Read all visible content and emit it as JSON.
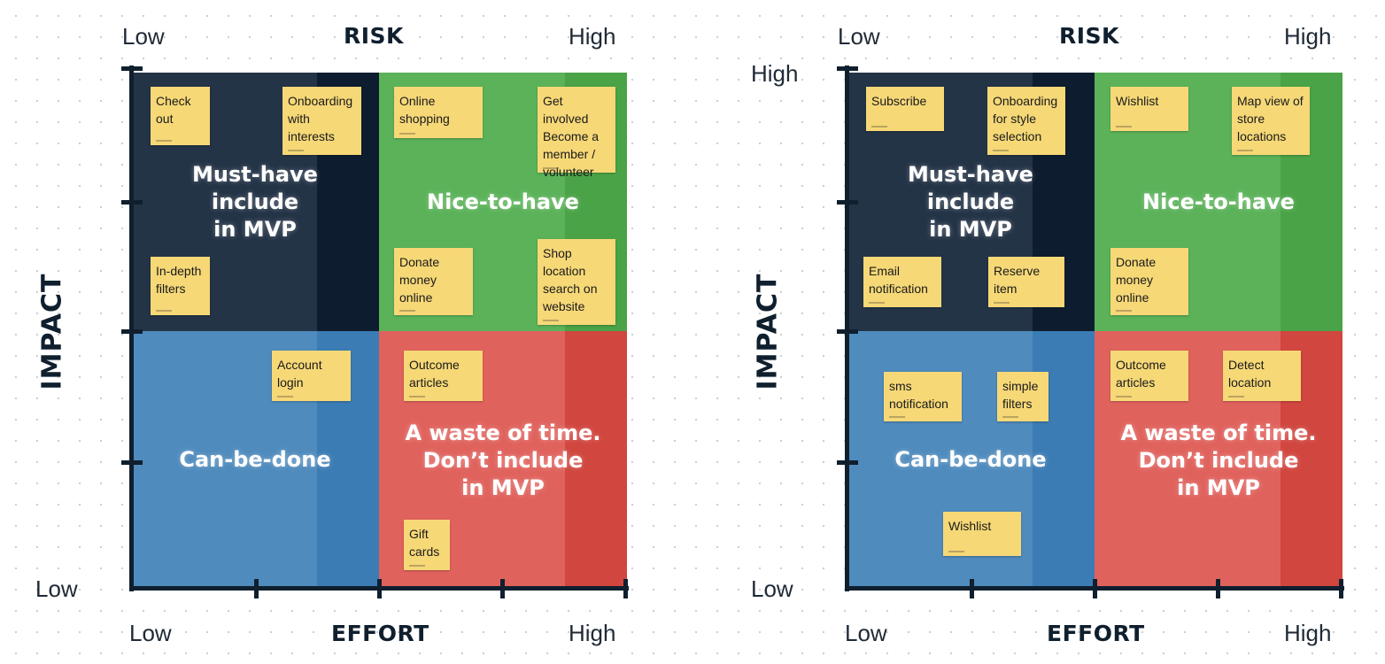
{
  "colors": {
    "must_have": "#243447",
    "nice_to_have": "#5bb259",
    "can_be_done": "#4f8bbd",
    "waste": "#e0625d",
    "sticky": "#f6d877",
    "axis": "#0f1f2e"
  },
  "matrices": [
    {
      "risk_label": "RISK",
      "risk_low": "Low",
      "risk_high": "High",
      "impact_label": "IMPACT",
      "impact_high": "",
      "impact_low": "Low",
      "effort_label": "EFFORT",
      "effort_low": "Low",
      "effort_high": "High",
      "quadrants": {
        "must_have": "Must-have\ninclude\nin MVP",
        "nice_to_have": "Nice-to-have",
        "can_be_done": "Can-be-done",
        "waste": "A waste of time.\nDon’t include\nin MVP"
      },
      "notes": [
        {
          "text": "Check\nout"
        },
        {
          "text": "Onboarding\nwith\ninterests"
        },
        {
          "text": "In-depth\nfilters"
        },
        {
          "text": "Online\nshopping"
        },
        {
          "text": "Get involved\nBecome a\nmember /\nvolunteer"
        },
        {
          "text": "Donate\nmoney\nonline"
        },
        {
          "text": "Shop\nlocation\nsearch on\nwebsite"
        },
        {
          "text": "Account\nlogin"
        },
        {
          "text": "Outcome\narticles"
        },
        {
          "text": "Gift\ncards"
        }
      ]
    },
    {
      "risk_label": "RISK",
      "risk_low": "Low",
      "risk_high": "High",
      "impact_label": "IMPACT",
      "impact_high": "High",
      "impact_low": "Low",
      "effort_label": "EFFORT",
      "effort_low": "Low",
      "effort_high": "High",
      "quadrants": {
        "must_have": "Must-have\ninclude\nin MVP",
        "nice_to_have": "Nice-to-have",
        "can_be_done": "Can-be-done",
        "waste": "A waste of time.\nDon’t include\nin MVP"
      },
      "notes": [
        {
          "text": "Subscribe"
        },
        {
          "text": "Onboarding\nfor style\nselection"
        },
        {
          "text": "Email\nnotification"
        },
        {
          "text": "Reserve\nitem"
        },
        {
          "text": "Wishlist"
        },
        {
          "text": "Map view of\nstore\nlocations"
        },
        {
          "text": "Donate\nmoney\nonline"
        },
        {
          "text": "sms\nnotification"
        },
        {
          "text": "simple\nfilters"
        },
        {
          "text": "Wishlist"
        },
        {
          "text": "Outcome\narticles"
        },
        {
          "text": "Detect\nlocation"
        }
      ]
    }
  ]
}
